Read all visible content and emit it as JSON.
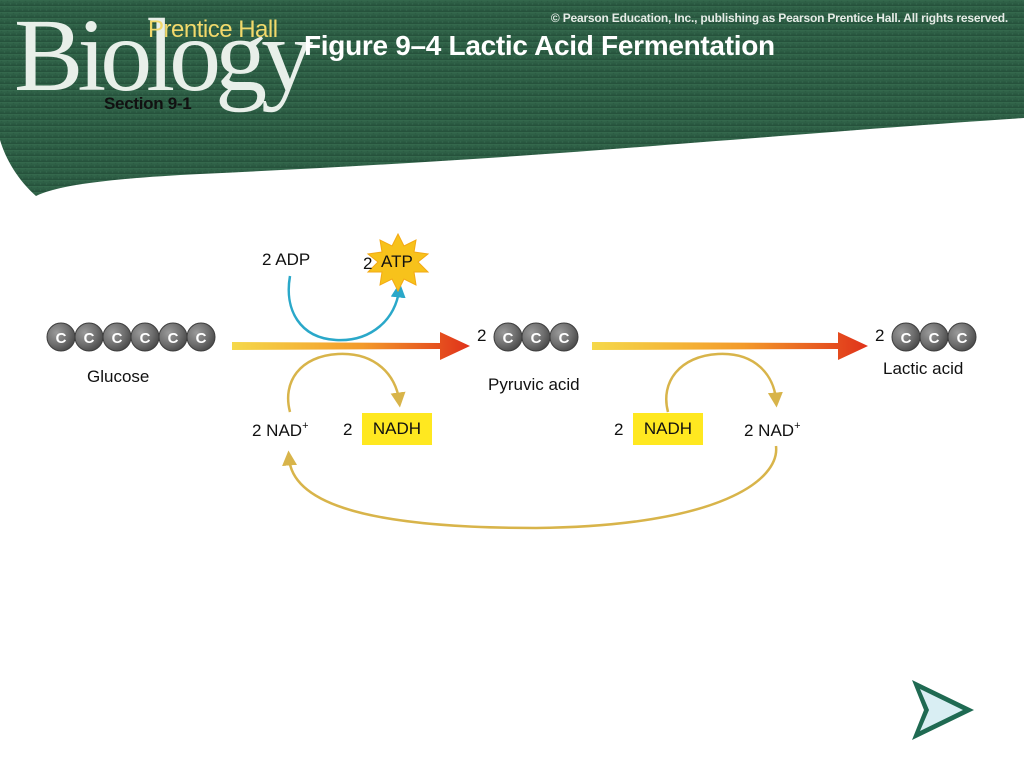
{
  "logo": {
    "publisher": "Prentice Hall",
    "title": "Biology",
    "section": "Section 9-1"
  },
  "copyright": "© Pearson Education, Inc., publishing as Pearson Prentice Hall. All rights reserved.",
  "slide_title": "Figure 9–4 Lactic Acid Fermentation",
  "diagram": {
    "glucose": {
      "label": "Glucose",
      "atoms": [
        "C",
        "C",
        "C",
        "C",
        "C",
        "C"
      ]
    },
    "pyruvic": {
      "coef": "2",
      "label": "Pyruvic acid",
      "atoms": [
        "C",
        "C",
        "C"
      ]
    },
    "lactic": {
      "coef": "2",
      "label": "Lactic acid",
      "atoms": [
        "C",
        "C",
        "C"
      ]
    },
    "adp": {
      "text": "2 ADP"
    },
    "atp": {
      "coef": "2",
      "text": "ATP"
    },
    "step1": {
      "nad_plus": {
        "text": "2 NAD",
        "sup": "+"
      },
      "nadh": {
        "coef": "2",
        "text": "NADH"
      }
    },
    "step2": {
      "nadh": {
        "coef": "2",
        "text": "NADH"
      },
      "nad_plus": {
        "text": "2 NAD",
        "sup": "+"
      }
    }
  },
  "colors": {
    "header_green": "#2f5c43",
    "arrow_yellow": "#f2c431",
    "arrow_red": "#e0321a",
    "cycle_gold": "#d8b44a",
    "atp_blue": "#2aa8c9",
    "highlight": "#ffe820",
    "atp_burst": "#f7c21b"
  },
  "navigation": {
    "next_icon": "next-arrow-icon"
  }
}
